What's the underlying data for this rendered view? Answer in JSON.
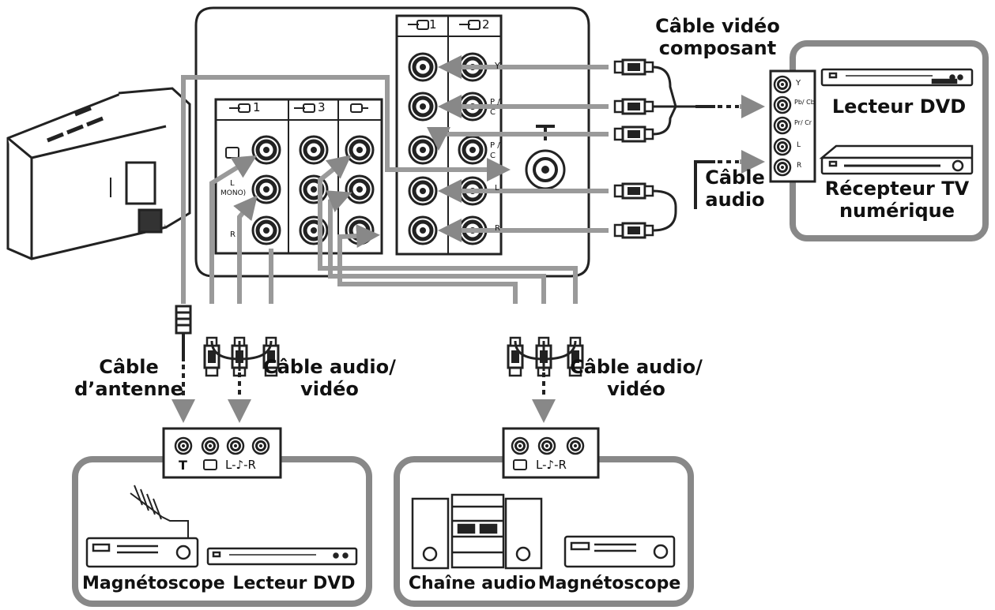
{
  "tv_panel": {
    "video_in_1": "1",
    "video_in_3": "3",
    "comp_in_1": "1",
    "comp_in_2": "2",
    "mono": "MONO)",
    "l": "L",
    "r": "R",
    "y": "Y",
    "pb_top": "P /",
    "pb_bot": "C",
    "pr_top": "P /",
    "pr_bot": "C",
    "comp_l": "L",
    "comp_r": "R"
  },
  "labels": {
    "component_cable_1": "Câble vidéo",
    "component_cable_2": "composant",
    "audio_cable_1": "Câble",
    "audio_cable_2": "audio",
    "antenna_cable_1": "Câble",
    "antenna_cable_2": "d’antenne",
    "av_cable_left_1": "Câble audio/",
    "av_cable_left_2": "vidéo",
    "av_cable_right_1": "Câble audio/",
    "av_cable_right_2": "vidéo"
  },
  "devices": {
    "dvd_player_right": "Lecteur DVD",
    "digital_tv_receiver_1": "Récepteur TV",
    "digital_tv_receiver_2": "numérique",
    "vcr_left": "Magnétoscope",
    "dvd_player_left": "Lecteur DVD",
    "audio_system": "Chaîne audio",
    "vcr_right": "Magnétoscope"
  },
  "device_panel": {
    "y": "Y",
    "pb": "Pb/ Cb",
    "pr": "Pr/ Cr",
    "l": "L",
    "r": "R"
  },
  "lower_panels": {
    "antenna_symbol": "T",
    "audio_lr_left": "L-♪-R",
    "audio_lr_right": "L-♪-R"
  }
}
